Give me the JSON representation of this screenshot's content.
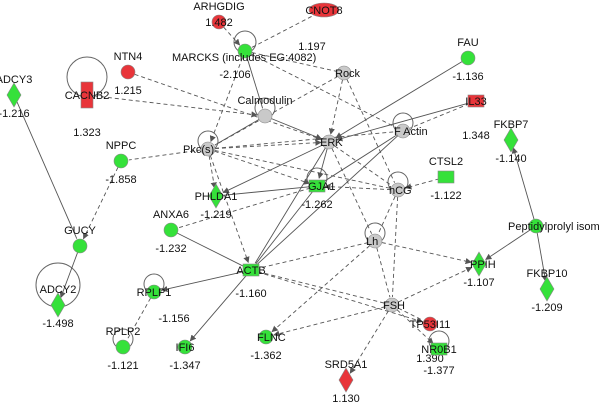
{
  "colors": {
    "up": "#e8353a",
    "down": "#35e13a",
    "neutral": "#c9c9c9",
    "edge": "#555555"
  },
  "nodes": [
    {
      "id": "ARHGDIG",
      "label": "ARHGDIG",
      "value": "1.482",
      "shape": "circle",
      "color": "up"
    },
    {
      "id": "CNOT8",
      "label": "CNOT8",
      "value": "1.197",
      "shape": "ellipse",
      "color": "up"
    },
    {
      "id": "MARCKS",
      "label": "MARCKS (includes EG:4082)",
      "value": "-2.106",
      "shape": "circle",
      "color": "down"
    },
    {
      "id": "FAU",
      "label": "FAU",
      "value": "-1.136",
      "shape": "circle",
      "color": "down"
    },
    {
      "id": "NTN4",
      "label": "NTN4",
      "value": "1.215",
      "shape": "circle",
      "color": "up"
    },
    {
      "id": "Rock",
      "label": "Rock",
      "value": "",
      "shape": "circle",
      "color": "neutral"
    },
    {
      "id": "ADCY3",
      "label": "ADCY3",
      "value": "-1.216",
      "shape": "diamond",
      "color": "down"
    },
    {
      "id": "CACNB2",
      "label": "CACNB2",
      "value": "1.323",
      "shape": "rect",
      "color": "up"
    },
    {
      "id": "IL33",
      "label": "IL33",
      "value": "1.348",
      "shape": "rect",
      "color": "up"
    },
    {
      "id": "Calmodulin",
      "label": "Calmodulin",
      "value": "",
      "shape": "circle",
      "color": "neutral"
    },
    {
      "id": "FActin",
      "label": "F Actin",
      "value": "",
      "shape": "circle",
      "color": "neutral"
    },
    {
      "id": "FKBP7",
      "label": "FKBP7",
      "value": "-1.140",
      "shape": "diamond",
      "color": "down"
    },
    {
      "id": "Pkc",
      "label": "Pkc(s)",
      "value": "",
      "shape": "circle",
      "color": "neutral"
    },
    {
      "id": "ERK",
      "label": "ERK",
      "value": "",
      "shape": "circle",
      "color": "neutral"
    },
    {
      "id": "NPPC",
      "label": "NPPC",
      "value": "-1.858",
      "shape": "circle",
      "color": "down"
    },
    {
      "id": "CTSL2",
      "label": "CTSL2",
      "value": "-1.122",
      "shape": "rect",
      "color": "down"
    },
    {
      "id": "hCG",
      "label": "hCG",
      "value": "",
      "shape": "circle",
      "color": "neutral"
    },
    {
      "id": "PHLDA1",
      "label": "PHLDA1",
      "value": "-1.219",
      "shape": "diamond",
      "color": "down"
    },
    {
      "id": "GJA1",
      "label": "GJA1",
      "value": "-1.262",
      "shape": "rect",
      "color": "down"
    },
    {
      "id": "PPI",
      "label": "Peptidylprolyl isomerase",
      "value": "",
      "shape": "circle",
      "color": "down"
    },
    {
      "id": "ANXA6",
      "label": "ANXA6",
      "value": "-1.232",
      "shape": "circle",
      "color": "down"
    },
    {
      "id": "GUCY",
      "label": "GUCY",
      "value": "",
      "shape": "circle",
      "color": "down"
    },
    {
      "id": "Lh",
      "label": "Lh",
      "value": "",
      "shape": "circle",
      "color": "neutral"
    },
    {
      "id": "ACTB",
      "label": "ACTB",
      "value": "-1.160",
      "shape": "rect",
      "color": "down"
    },
    {
      "id": "PPIH",
      "label": "PPIH",
      "value": "-1.107",
      "shape": "diamond",
      "color": "down"
    },
    {
      "id": "FKBP10",
      "label": "FKBP10",
      "value": "-1.209",
      "shape": "diamond",
      "color": "down"
    },
    {
      "id": "RPLP1",
      "label": "RPLP1",
      "value": "-1.156",
      "shape": "circle",
      "color": "down"
    },
    {
      "id": "ADCY2",
      "label": "ADCY2",
      "value": "-1.498",
      "shape": "diamond",
      "color": "down"
    },
    {
      "id": "FSH",
      "label": "FSH",
      "value": "",
      "shape": "circle",
      "color": "neutral"
    },
    {
      "id": "TP53I11",
      "label": "TP53I11",
      "value": "1.390",
      "shape": "circle",
      "color": "up"
    },
    {
      "id": "RPLP2",
      "label": "RPLP2",
      "value": "-1.121",
      "shape": "circle",
      "color": "down"
    },
    {
      "id": "IFI6",
      "label": "IFI6",
      "value": "-1.347",
      "shape": "circle",
      "color": "down"
    },
    {
      "id": "FLNC",
      "label": "FLNC",
      "value": "-1.362",
      "shape": "circle",
      "color": "down"
    },
    {
      "id": "NR0B1",
      "label": "NR0B1",
      "value": "-1.377",
      "shape": "rect",
      "color": "down"
    },
    {
      "id": "SRD5A1",
      "label": "SRD5A1",
      "value": "1.130",
      "shape": "diamond",
      "color": "up"
    }
  ],
  "edges": [
    {
      "from": "ARHGDIG",
      "to": "MARCKS",
      "style": "dashed",
      "arrow": true
    },
    {
      "from": "CNOT8",
      "to": "MARCKS",
      "style": "dashed",
      "arrow": false
    },
    {
      "from": "MARCKS",
      "to": "Calmodulin",
      "style": "solid",
      "arrow": false
    },
    {
      "from": "MARCKS",
      "to": "Pkc",
      "style": "dashed",
      "arrow": true
    },
    {
      "from": "MARCKS",
      "to": "Rock",
      "style": "dashed",
      "arrow": false
    },
    {
      "from": "MARCKS",
      "to": "FActin",
      "style": "dashed",
      "arrow": false
    },
    {
      "from": "NTN4",
      "to": "ERK",
      "style": "dashed",
      "arrow": true
    },
    {
      "from": "CACNB2",
      "to": "Calmodulin",
      "style": "dashed",
      "arrow": true
    },
    {
      "from": "Rock",
      "to": "Pkc",
      "style": "dashed",
      "arrow": false
    },
    {
      "from": "Rock",
      "to": "ERK",
      "style": "dashed",
      "arrow": true
    },
    {
      "from": "Rock",
      "to": "hCG",
      "style": "dashed",
      "arrow": false
    },
    {
      "from": "FAU",
      "to": "ERK",
      "style": "solid",
      "arrow": true
    },
    {
      "from": "IL33",
      "to": "ERK",
      "style": "solid",
      "arrow": true
    },
    {
      "from": "IL33",
      "to": "FActin",
      "style": "dashed",
      "arrow": false
    },
    {
      "from": "Calmodulin",
      "to": "ERK",
      "style": "solid",
      "arrow": true
    },
    {
      "from": "Calmodulin",
      "to": "Pkc",
      "style": "solid",
      "arrow": false
    },
    {
      "from": "Pkc",
      "to": "ERK",
      "style": "dashed",
      "arrow": true
    },
    {
      "from": "Pkc",
      "to": "PHLDA1",
      "style": "dashed",
      "arrow": true
    },
    {
      "from": "Pkc",
      "to": "NPPC",
      "style": "dashed",
      "arrow": false
    },
    {
      "from": "Pkc",
      "to": "GJA1",
      "style": "dashed",
      "arrow": true
    },
    {
      "from": "Pkc",
      "to": "FActin",
      "style": "dashed",
      "arrow": false
    },
    {
      "from": "Pkc",
      "to": "hCG",
      "style": "dashed",
      "arrow": false
    },
    {
      "from": "Pkc",
      "to": "ACTB",
      "style": "dashed",
      "arrow": true
    },
    {
      "from": "ERK",
      "to": "GJA1",
      "style": "solid",
      "arrow": true
    },
    {
      "from": "ERK",
      "to": "PHLDA1",
      "style": "solid",
      "arrow": true
    },
    {
      "from": "ERK",
      "to": "hCG",
      "style": "dashed",
      "arrow": false
    },
    {
      "from": "ERK",
      "to": "Lh",
      "style": "dashed",
      "arrow": false
    },
    {
      "from": "ERK",
      "to": "ACTB",
      "style": "solid",
      "arrow": false
    },
    {
      "from": "FActin",
      "to": "ACTB",
      "style": "solid",
      "arrow": false
    },
    {
      "from": "FActin",
      "to": "GJA1",
      "style": "solid",
      "arrow": false
    },
    {
      "from": "hCG",
      "to": "GJA1",
      "style": "dashed",
      "arrow": true
    },
    {
      "from": "hCG",
      "to": "FSH",
      "style": "dashed",
      "arrow": false
    },
    {
      "from": "hCG",
      "to": "Lh",
      "style": "dashed",
      "arrow": false
    },
    {
      "from": "CTSL2",
      "to": "hCG",
      "style": "dashed",
      "arrow": true
    },
    {
      "from": "PHLDA1",
      "to": "GJA1",
      "style": "solid",
      "arrow": false
    },
    {
      "from": "GJA1",
      "to": "ACTB",
      "style": "solid",
      "arrow": false
    },
    {
      "from": "GJA1",
      "to": "ANXA6",
      "style": "dashed",
      "arrow": false
    },
    {
      "from": "NPPC",
      "to": "GUCY",
      "style": "dashed",
      "arrow": true
    },
    {
      "from": "ADCY3",
      "to": "GUCY",
      "style": "solid",
      "arrow": false
    },
    {
      "from": "GUCY",
      "to": "ADCY2",
      "style": "solid",
      "arrow": true
    },
    {
      "from": "ANXA6",
      "to": "ACTB",
      "style": "solid",
      "arrow": false
    },
    {
      "from": "Lh",
      "to": "ACTB",
      "style": "dashed",
      "arrow": false
    },
    {
      "from": "Lh",
      "to": "FLNC",
      "style": "dashed",
      "arrow": true
    },
    {
      "from": "Lh",
      "to": "PPIH",
      "style": "dashed",
      "arrow": true
    },
    {
      "from": "Lh",
      "to": "FSH",
      "style": "dashed",
      "arrow": false
    },
    {
      "from": "ACTB",
      "to": "RPLP1",
      "style": "solid",
      "arrow": true
    },
    {
      "from": "ACTB",
      "to": "IFI6",
      "style": "solid",
      "arrow": true
    },
    {
      "from": "ACTB",
      "to": "FSH",
      "style": "dashed",
      "arrow": false
    },
    {
      "from": "ACTB",
      "to": "TP53I11",
      "style": "dashed",
      "arrow": true
    },
    {
      "from": "RPLP1",
      "to": "RPLP2",
      "style": "dashed",
      "arrow": false
    },
    {
      "from": "FSH",
      "to": "PPIH",
      "style": "dashed",
      "arrow": true
    },
    {
      "from": "FSH",
      "to": "FLNC",
      "style": "dashed",
      "arrow": true
    },
    {
      "from": "FSH",
      "to": "NR0B1",
      "style": "dashed",
      "arrow": true
    },
    {
      "from": "FSH",
      "to": "SRD5A1",
      "style": "dashed",
      "arrow": true
    },
    {
      "from": "FSH",
      "to": "TP53I11",
      "style": "dashed",
      "arrow": false
    },
    {
      "from": "PPI",
      "to": "FKBP7",
      "style": "solid",
      "arrow": true
    },
    {
      "from": "PPI",
      "to": "FKBP10",
      "style": "solid",
      "arrow": true
    },
    {
      "from": "PPI",
      "to": "PPIH",
      "style": "solid",
      "arrow": true
    }
  ],
  "self_loops": [
    "CACNB2",
    "MARCKS",
    "Calmodulin",
    "Pkc",
    "FActin",
    "GJA1",
    "Lh",
    "RPLP1",
    "RPLP2",
    "ADCY2",
    "NR0B1",
    "hCG"
  ]
}
